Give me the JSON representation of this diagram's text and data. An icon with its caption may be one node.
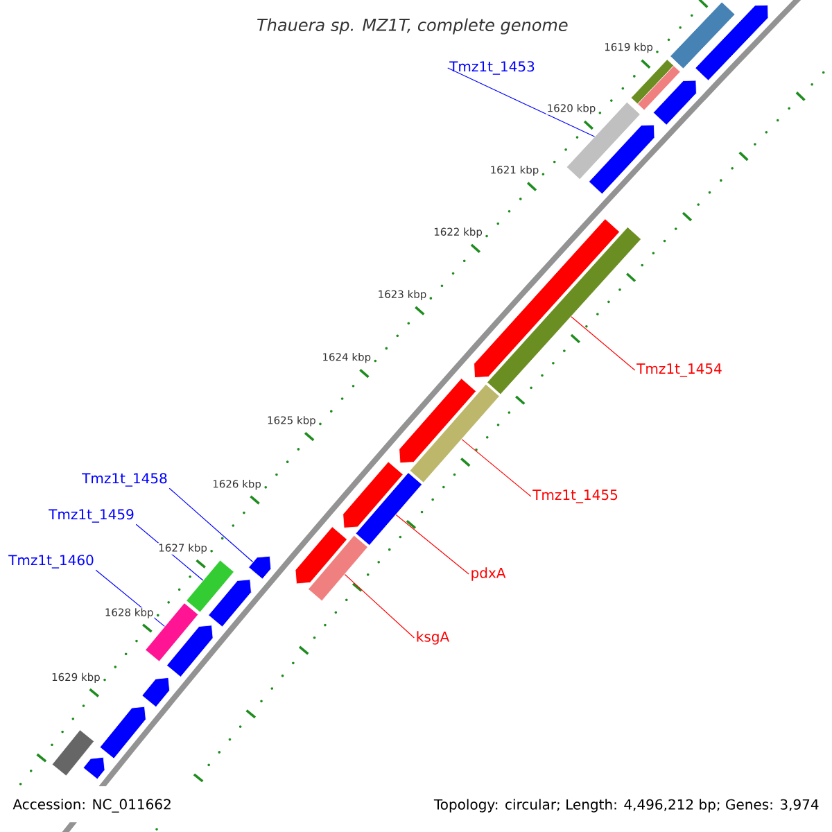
{
  "diagram": {
    "title": "Thauera sp. MZ1T, complete genome",
    "nodes": [
      {
        "text": [
          "Tmz1t_1453"
        ]
      },
      {
        "text": [
          "Tmz1t_1454"
        ]
      },
      {
        "text": [
          "Tmz1t_1455"
        ]
      },
      {
        "text": [
          "pdxA"
        ]
      },
      {
        "text": [
          "ksgA"
        ]
      },
      {
        "text": [
          "Tmz1t_1458"
        ]
      },
      {
        "text": [
          "Tmz1t_1459"
        ]
      },
      {
        "text": [
          "Tmz1t_1460"
        ]
      },
      {
        "text": [],
        "shape": "bar"
      },
      {
        "text": [],
        "shape": "arrow"
      },
      {
        "text": [],
        "shape": "bar"
      },
      {
        "text": [],
        "shape": "bar"
      },
      {
        "text": [],
        "shape": "arrow"
      },
      {
        "text": [],
        "shape": "bar"
      },
      {
        "text": [],
        "shape": "arrow"
      },
      {
        "text": [],
        "shape": "bar"
      },
      {
        "text": [],
        "shape": "arrow"
      },
      {
        "text": [],
        "shape": "bar"
      },
      {
        "text": [],
        "shape": "arrow"
      },
      {
        "text": [],
        "shape": "bar"
      },
      {
        "text": [],
        "shape": "arrow"
      },
      {
        "text": [],
        "shape": "bar"
      },
      {
        "text": [],
        "shape": "arrow"
      },
      {
        "text": [],
        "shape": "arrow"
      },
      {
        "text": [],
        "shape": "bar"
      },
      {
        "text": [],
        "shape": "arrow"
      },
      {
        "text": [],
        "shape": "bar"
      },
      {
        "text": [],
        "shape": "arrow"
      },
      {
        "text": [],
        "shape": "arrow"
      },
      {
        "text": [],
        "shape": "arrow"
      },
      {
        "text": [],
        "shape": "bar"
      },
      {
        "text": [],
        "shape": "arrow"
      }
    ],
    "edges": [
      {
        "from": 0,
        "to": 13,
        "arrow": "none",
        "color": "#0000ff"
      },
      {
        "from": 1,
        "to": 15,
        "arrow": "none",
        "color": "#ff0000"
      },
      {
        "from": 2,
        "to": 17,
        "arrow": "none",
        "color": "#ff0000"
      },
      {
        "from": 3,
        "to": 19,
        "arrow": "none",
        "color": "#ff0000"
      },
      {
        "from": 4,
        "to": 21,
        "arrow": "none",
        "color": "#ff0000"
      },
      {
        "from": 5,
        "to": 23,
        "arrow": "none",
        "color": "#0000ff"
      },
      {
        "from": 6,
        "to": 24,
        "arrow": "none",
        "color": "#0000ff"
      },
      {
        "from": 7,
        "to": 26,
        "arrow": "none",
        "color": "#0000ff"
      }
    ],
    "labels": [
      "1619 kbp",
      "1620 kbp",
      "1621 kbp",
      "1622 kbp",
      "1623 kbp",
      "1624 kbp",
      "1625 kbp",
      "1626 kbp",
      "1627 kbp",
      "1628 kbp",
      "1629 kbp",
      "Accession: NC_011662",
      "Topology: circular; Length: 4,496,212 bp; Genes: 3,974"
    ]
  }
}
